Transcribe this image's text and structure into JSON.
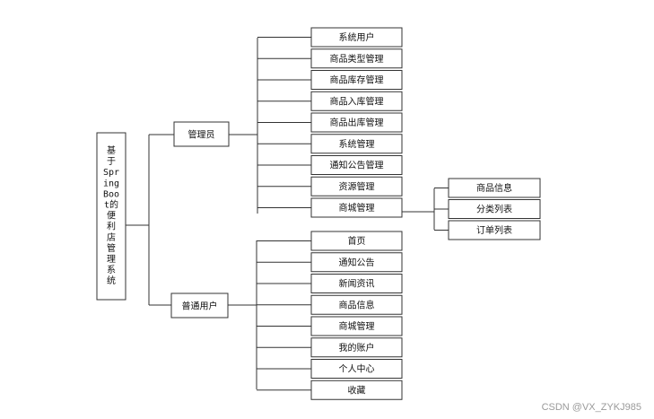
{
  "root": {
    "lines": [
      "基",
      "于",
      "Spr",
      "ing",
      "Boo",
      "t的",
      "便",
      "利",
      "店",
      "管",
      "理",
      "系",
      "统"
    ]
  },
  "roles": {
    "admin": "管理员",
    "user": "普通用户"
  },
  "admin_items": [
    "系统用户",
    "商品类型管理",
    "商品库存管理",
    "商品入库管理",
    "商品出库管理",
    "系统管理",
    "通知公告管理",
    "资源管理",
    "商城管理"
  ],
  "mall_subitems": [
    "商品信息",
    "分类列表",
    "订单列表"
  ],
  "user_items": [
    "首页",
    "通知公告",
    "新闻资讯",
    "商品信息",
    "商城管理",
    "我的账户",
    "个人中心",
    "收藏"
  ],
  "watermark": "CSDN @VX_ZYKJ985"
}
